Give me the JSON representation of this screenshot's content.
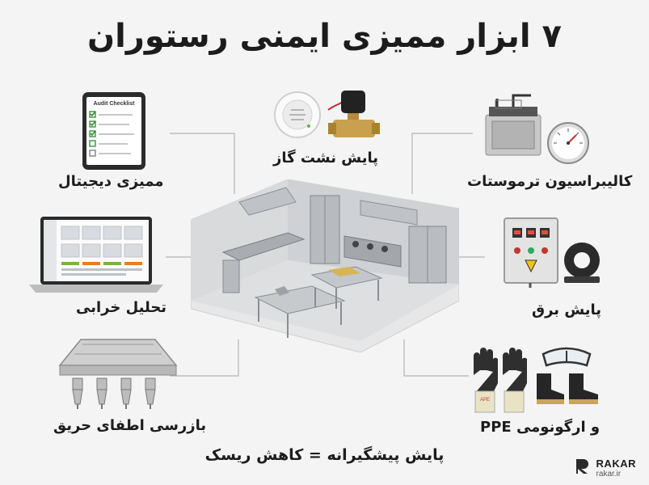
{
  "title": "۷ ابزار ممیزی ایمنی رستوران",
  "tools": {
    "digital_audit": {
      "label": "ممیزی دیجیتال",
      "checklist_title": "Audit Checklist"
    },
    "gas_leak": {
      "label": "پایش نشت گاز"
    },
    "thermostat": {
      "label": "کالیبراسیون ترموستات"
    },
    "failure_analysis": {
      "label": "تحلیل خرابی"
    },
    "power_monitoring": {
      "label": "پایش برق"
    },
    "fire_suppression": {
      "label": "بازرسی اطفای حریق"
    },
    "ppe": {
      "label": "PPE  و ارگونومی",
      "glove_tag": "APE"
    }
  },
  "footer": "پایش پیشگیرانه = کاهش ریسک",
  "brand": {
    "name": "RAKAR",
    "url": "rakar.ir"
  }
}
